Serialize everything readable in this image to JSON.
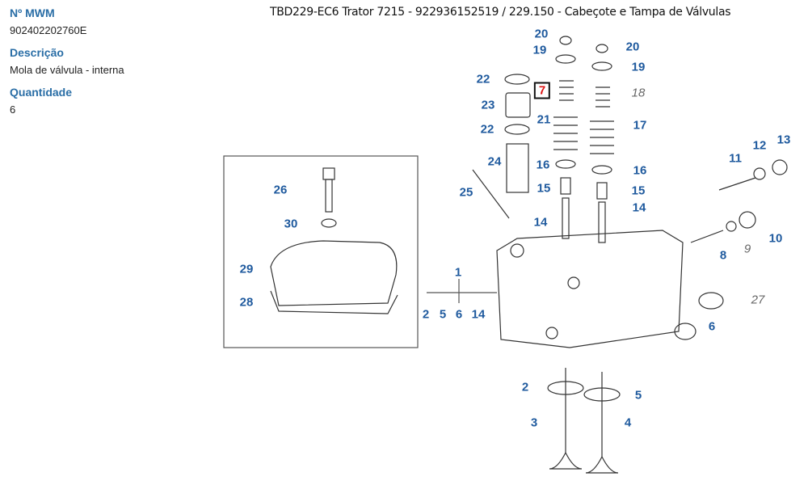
{
  "info": {
    "part_no_label": "Nº MWM",
    "part_no": "902402202760E",
    "description_label": "Descrição",
    "description": "Mola de válvula - interna",
    "quantity_label": "Quantidade",
    "quantity": "6"
  },
  "title": "TBD229-EC6 Trator 7215 - 922936152519  /  229.150 - Cabeçote e Tampa de Válvulas",
  "colors": {
    "callout": "#1f5a9e",
    "selected": "#dd1111",
    "secondary": "#666666"
  },
  "callouts": [
    "20",
    "20",
    "19",
    "19",
    "22",
    "7",
    "18",
    "23",
    "21",
    "17",
    "22",
    "13",
    "12",
    "11",
    "24",
    "16",
    "16",
    "26",
    "25",
    "15",
    "15",
    "14",
    "14",
    "30",
    "10",
    "9",
    "8",
    "29",
    "1",
    "27",
    "28",
    "2",
    "5",
    "6",
    "14",
    "6",
    "2",
    "5",
    "3",
    "4"
  ]
}
